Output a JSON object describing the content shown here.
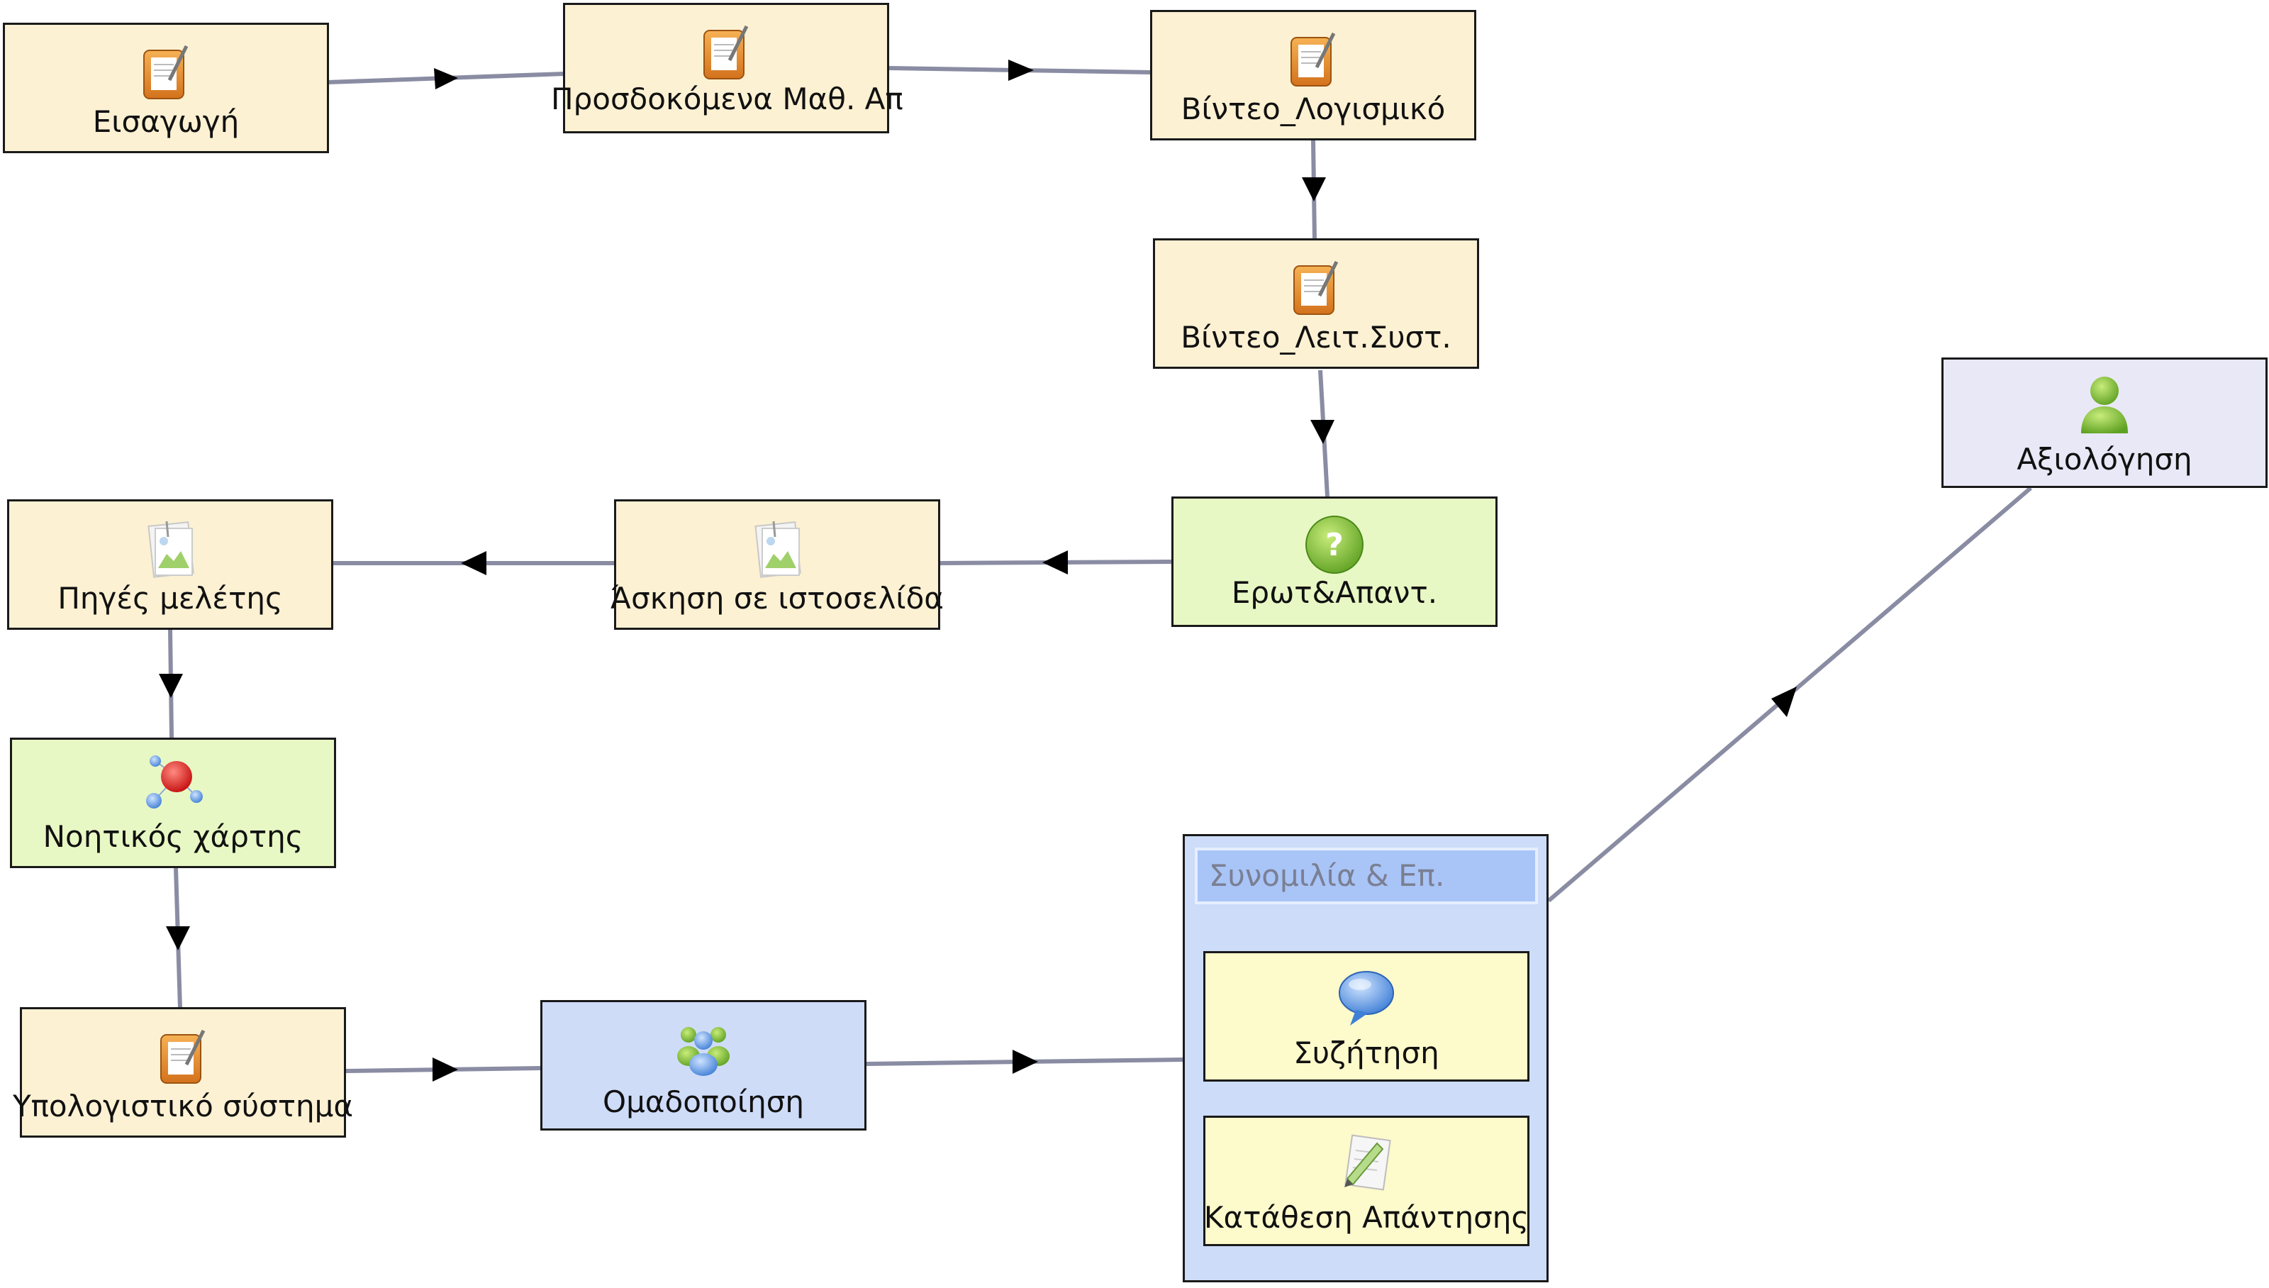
{
  "nodes": {
    "eisagogi": {
      "label": "Εισαγωγή",
      "icon": "clipboard-icon"
    },
    "prosdokomena": {
      "label": "Προσδοκόμενα Μαθ. Απ",
      "icon": "clipboard-icon"
    },
    "video_logismiko": {
      "label": "Βίντεο_Λογισμικό",
      "icon": "clipboard-icon"
    },
    "video_leit": {
      "label": "Βίντεο_Λειτ.Συστ.",
      "icon": "clipboard-icon"
    },
    "erotapant": {
      "label": "Ερωτ&Απαντ.",
      "icon": "question-icon"
    },
    "askisi": {
      "label": "Άσκηση σε ιστοσελίδα",
      "icon": "image-page-icon"
    },
    "piges": {
      "label": "Πηγές μελέτης",
      "icon": "image-page-icon"
    },
    "noitikos": {
      "label": "Νοητικός χάρτης",
      "icon": "mindmap-icon"
    },
    "ypologistiko": {
      "label": "Υπολογιστικό σύστημα",
      "icon": "clipboard-icon"
    },
    "omadopoiisi": {
      "label": "Ομαδοποίηση",
      "icon": "group-icon"
    },
    "axiologisi": {
      "label": "Αξιολόγηση",
      "icon": "user-icon"
    }
  },
  "container": {
    "title": "Συνομιλία & Επ.",
    "children": {
      "syzitisi": {
        "label": "Συζήτηση",
        "icon": "speech-bubble-icon"
      },
      "katathesi": {
        "label": "Κατάθεση Απάντησης",
        "icon": "notepad-pencil-icon"
      }
    }
  },
  "colors": {
    "tool_fill": "#fdf1d3",
    "gate_fill": "#e8f8c4",
    "group_fill": "#cfdcf8",
    "eval_fill": "#e9e8f7",
    "sub_fill": "#fdfacb",
    "edge": "#8a8ca3"
  }
}
